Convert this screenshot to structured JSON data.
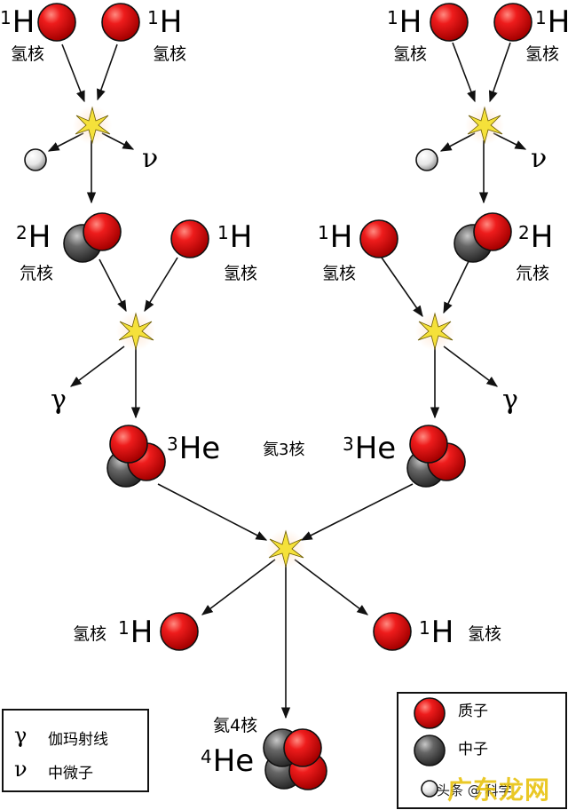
{
  "labels": {
    "hydrogen_nucleus": "氢核",
    "deuterium_nucleus": "氘核",
    "helium3_nucleus": "氦3核",
    "helium4_nucleus": "氦4核"
  },
  "isotopes": {
    "h1": {
      "mass": "1",
      "symbol": "H"
    },
    "h2": {
      "mass": "2",
      "symbol": "H"
    },
    "he3": {
      "mass": "3",
      "symbol": "He"
    },
    "he4": {
      "mass": "4",
      "symbol": "He"
    }
  },
  "particles": {
    "gamma": "γ",
    "neutrino": "ν"
  },
  "legend_left": [
    {
      "symbol": "γ",
      "text": "伽玛射线"
    },
    {
      "symbol": "ν",
      "text": "中微子"
    }
  ],
  "legend_right": [
    {
      "text": "质子"
    },
    {
      "text": "中子"
    }
  ],
  "watermark": {
    "text": "头条 @ 科学",
    "logo": "广东龙网"
  },
  "colors": {
    "proton": "#e01010",
    "neutron": "#555555",
    "positron": "#f2f2f2",
    "flash": "#f5e13a"
  }
}
